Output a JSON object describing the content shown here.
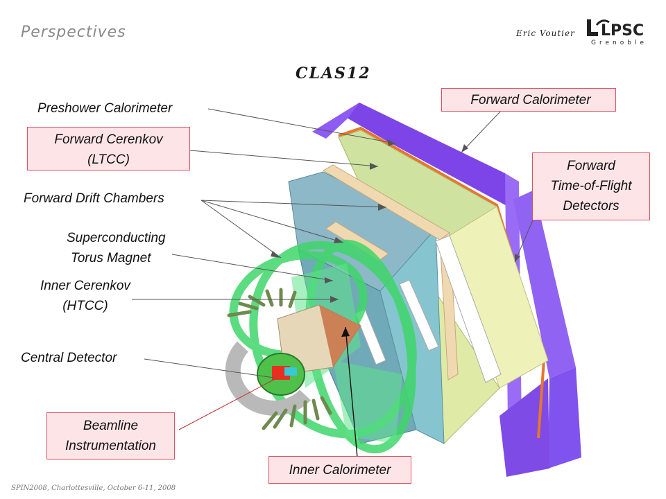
{
  "header": {
    "title": "Perspectives",
    "author": "Eric Voutier",
    "logo": {
      "text": "LPSC",
      "subtext": "Grenoble"
    }
  },
  "diagram": {
    "title": "CLAS12",
    "labels": {
      "preshower": "Preshower Calorimeter",
      "forward_cerenkov": [
        "Forward Cerenkov",
        "(LTCC)"
      ],
      "forward_drift": "Forward Drift Chambers",
      "torus": [
        "Superconducting",
        "Torus Magnet"
      ],
      "inner_cerenkov": [
        "Inner Cerenkov",
        "(HTCC)"
      ],
      "central": "Central Detector",
      "beamline": [
        "Beamline",
        "Instrumentation"
      ],
      "forward_calorimeter": "Forward Calorimeter",
      "tof": [
        "Forward",
        "Time-of-Flight",
        "Detectors"
      ],
      "inner_calorimeter": "Inner Calorimeter"
    }
  },
  "footer": {
    "text": "SPIN2008, Charlottesville, October 6-11, 2008"
  },
  "colors": {
    "box_fill": "#fde5e7",
    "box_border": "#e0505f",
    "purple": "#8b5cf0",
    "green": "#3fd66a"
  }
}
